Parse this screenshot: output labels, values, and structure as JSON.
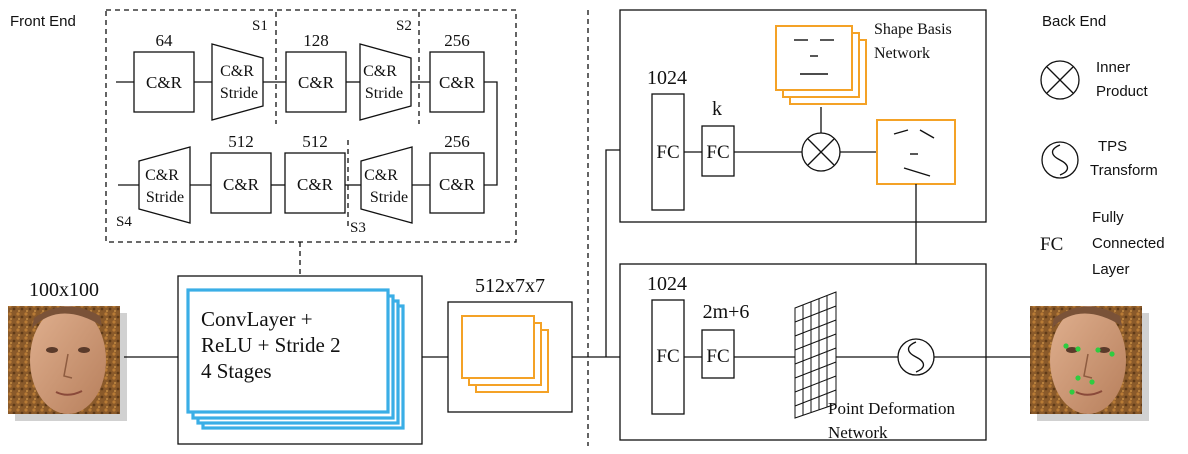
{
  "front_end": {
    "label": "Front End",
    "row1": {
      "ch1": "64",
      "ch2": "128",
      "ch3": "256",
      "block1": "C&R",
      "block2": "C&R",
      "block3": "C&R",
      "stride1_top": "C&R",
      "stride1_bottom": "Stride",
      "stride2_top": "C&R",
      "stride2_bottom": "Stride",
      "s1": "S1",
      "s2": "S2"
    },
    "row2": {
      "ch1": "512",
      "ch2": "512",
      "ch3": "256",
      "block1": "C&R",
      "block2": "C&R",
      "block3": "C&R",
      "stride3_top": "C&R",
      "stride3_bottom": "Stride",
      "stride4_top": "C&R",
      "stride4_bottom": "Stride",
      "s3": "S3",
      "s4": "S4"
    }
  },
  "input_size": "100x100",
  "conv_stack": {
    "line1": "ConvLayer +",
    "line2": "ReLU + Stride 2",
    "line3": "4 Stages"
  },
  "feature_size": "512x7x7",
  "shape_basis": {
    "fc1": "1024",
    "fc2": "k",
    "fc_label_1": "FC",
    "fc_label_2": "FC",
    "title_line1": "Shape Basis",
    "title_line2": "Network"
  },
  "point_deform": {
    "fc1": "1024",
    "fc2": "2m+6",
    "fc_label_1": "FC",
    "fc_label_2": "FC",
    "title_line1": "Point Deformation",
    "title_line2": "Network"
  },
  "back_end": {
    "label": "Back End",
    "inner_product": [
      "Inner",
      "Product"
    ],
    "tps": [
      "TPS",
      "Transform"
    ],
    "fc_abbr": "FC",
    "fc_full": [
      "Fully",
      "Connected",
      "Layer"
    ]
  },
  "colors": {
    "orange": "#f4a226",
    "blue": "#3aaee6",
    "landmark": "#2ecc40"
  }
}
